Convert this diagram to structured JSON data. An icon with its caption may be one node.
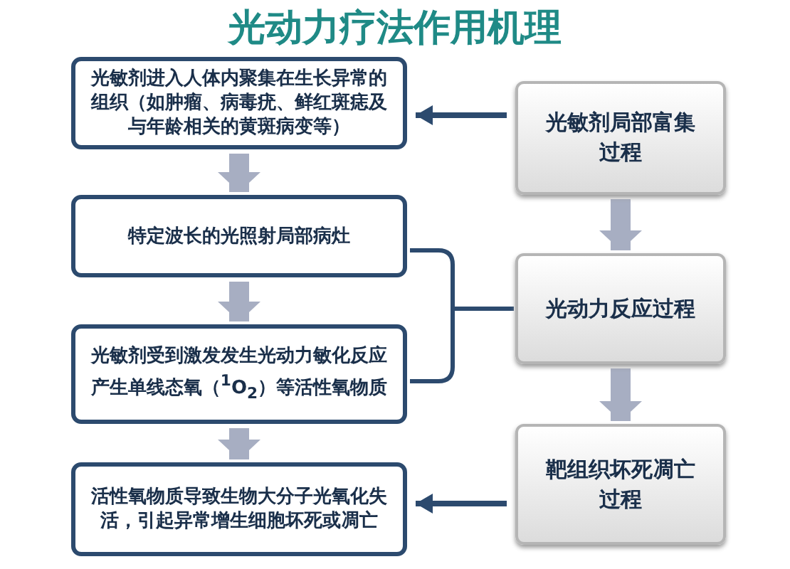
{
  "diagram": {
    "title": "光动力疗法作用机理",
    "nodes": [
      {
        "text": [
          "光敏剂进入人体内聚集在生长异常的组织（如肿瘤、病毒疣、鲜红斑痣及与年龄相关的黄斑病变等）"
        ]
      },
      {
        "text": [
          "特定波长的光照射局部病灶"
        ]
      },
      {
        "text": [
          "光敏剂受到激发发生光动力敏化反应产生单线态氧（$^{1}$O$_{2}$）等活性氧物质"
        ]
      },
      {
        "text": [
          "活性氧物质导致生物大分子光氧化失活，引起异常增生细胞坏死或凋亡"
        ]
      },
      {
        "text": [
          "光敏剂局部富集过程"
        ]
      },
      {
        "text": [
          "光动力反应过程"
        ]
      },
      {
        "text": [
          "靶组织坏死凋亡过程"
        ]
      }
    ],
    "edges": [
      {
        "from": 4,
        "to": 0,
        "arrow": "to",
        "color": "#2c4a6e"
      },
      {
        "from": 0,
        "to": 1,
        "arrow": "to"
      },
      {
        "from": 1,
        "to": 2,
        "arrow": "to"
      },
      {
        "from": 2,
        "to": 3,
        "arrow": "to"
      },
      {
        "from": 4,
        "to": 5,
        "arrow": "to"
      },
      {
        "from": 5,
        "to": 6,
        "arrow": "to"
      },
      {
        "from": 6,
        "to": 3,
        "arrow": "to",
        "color": "#2c4a6e"
      },
      {
        "from": 1,
        "to": 5,
        "arrow": "none",
        "color": "#2c4a6e"
      },
      {
        "from": 2,
        "to": 5,
        "arrow": "none",
        "color": "#2c4a6e"
      }
    ]
  }
}
